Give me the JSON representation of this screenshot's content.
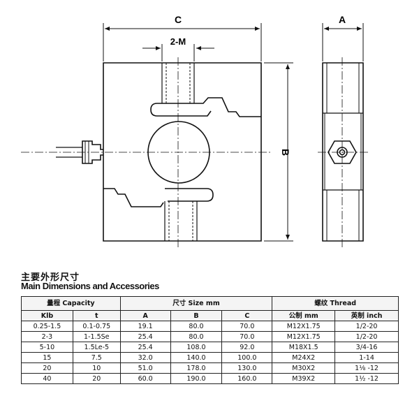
{
  "dimension_labels": {
    "c": "C",
    "a": "A",
    "b": "B",
    "thread": "2-M"
  },
  "heading_cn": "主要外形尺寸",
  "heading_en": "Main Dimensions and Accessories",
  "table": {
    "group_headers": [
      "量程 Capacity",
      "尺寸 Size mm",
      "螺纹 Thread"
    ],
    "sub_headers": [
      "Klb",
      "t",
      "A",
      "B",
      "C",
      "公制 mm",
      "英制 inch"
    ],
    "rows": [
      [
        "0.25-1.5",
        "0.1-0.75",
        "19.1",
        "80.0",
        "70.0",
        "M12X1.75",
        "1/2-20"
      ],
      [
        "2-3",
        "1-1.5Se",
        "25.4",
        "80.0",
        "70.0",
        "M12X1.75",
        "1/2-20"
      ],
      [
        "5-10",
        "1.5Le-5",
        "25.4",
        "108.0",
        "92.0",
        "M18X1.5",
        "3/4-16"
      ],
      [
        "15",
        "7.5",
        "32.0",
        "140.0",
        "100.0",
        "M24X2",
        "1-14"
      ],
      [
        "20",
        "10",
        "51.0",
        "178.0",
        "130.0",
        "M30X2",
        "1⅛ -12"
      ],
      [
        "40",
        "20",
        "60.0",
        "190.0",
        "160.0",
        "M39X2",
        "1½ -12"
      ]
    ]
  }
}
